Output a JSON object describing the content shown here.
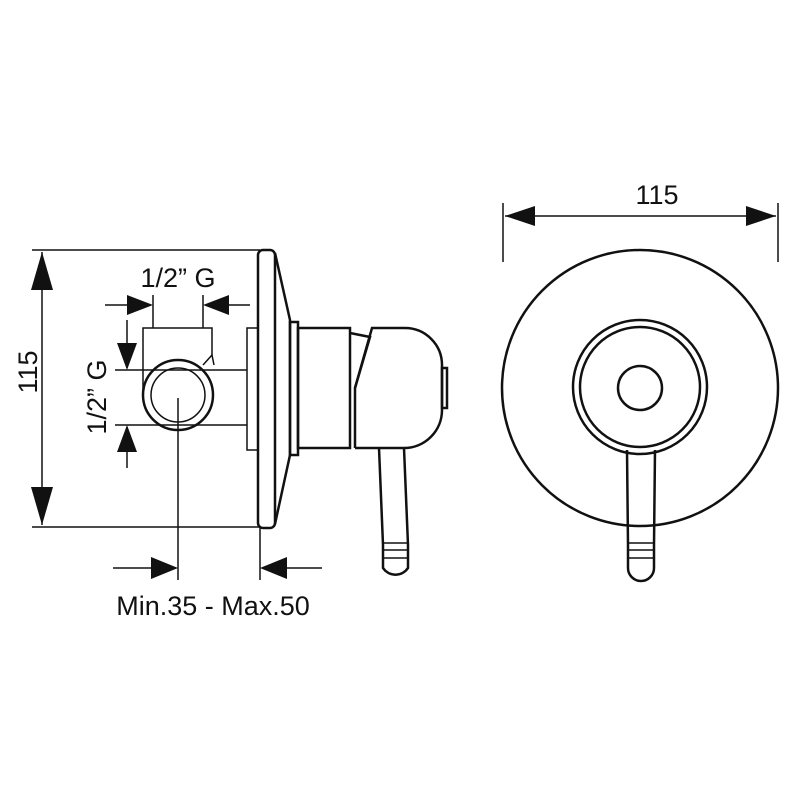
{
  "side_view": {
    "height_dim": "115",
    "thread_horizontal": "1/2” G",
    "thread_vertical": "1/2” G",
    "depth_range": "Min.35 - Max.50"
  },
  "front_view": {
    "diameter_dim": "115"
  }
}
